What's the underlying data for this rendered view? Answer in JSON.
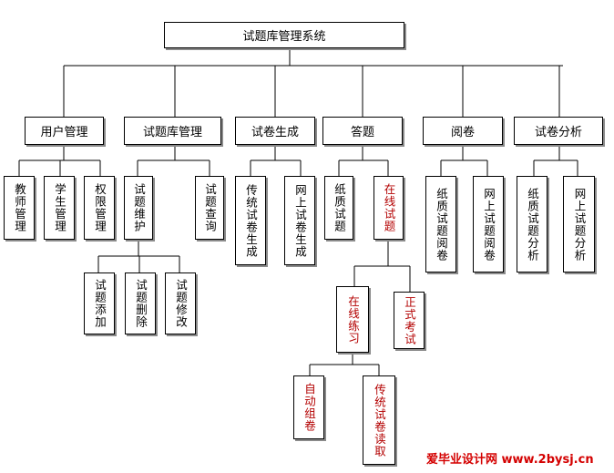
{
  "title": "试题库管理系统",
  "level1": {
    "user_mgmt": "用户管理",
    "bank_mgmt": "试题库管理",
    "paper_gen": "试卷生成",
    "answer": "答题",
    "review": "阅卷",
    "analysis": "试卷分析"
  },
  "user_mgmt": {
    "teacher": "教师管理",
    "student": "学生管理",
    "permission": "权限管理"
  },
  "bank_mgmt": {
    "maintain": "试题维护",
    "query": "试题查询",
    "add": "试题添加",
    "delete": "试题删除",
    "modify": "试题修改"
  },
  "paper_gen": {
    "traditional": "传统试卷生成",
    "online": "网上试卷生成"
  },
  "answer": {
    "paper": "纸质试题",
    "online": "在线试题",
    "practice": "在线练习",
    "formal": "正式考试",
    "auto_compose": "自动组卷",
    "traditional_read": "传统试卷读取"
  },
  "review": {
    "paper": "纸质试题阅卷",
    "online": "网上试题阅卷"
  },
  "analysis": {
    "paper": "纸质试题分析",
    "online": "网上试题分析"
  },
  "watermark": "爱毕业设计网 www.2bysj.cn"
}
